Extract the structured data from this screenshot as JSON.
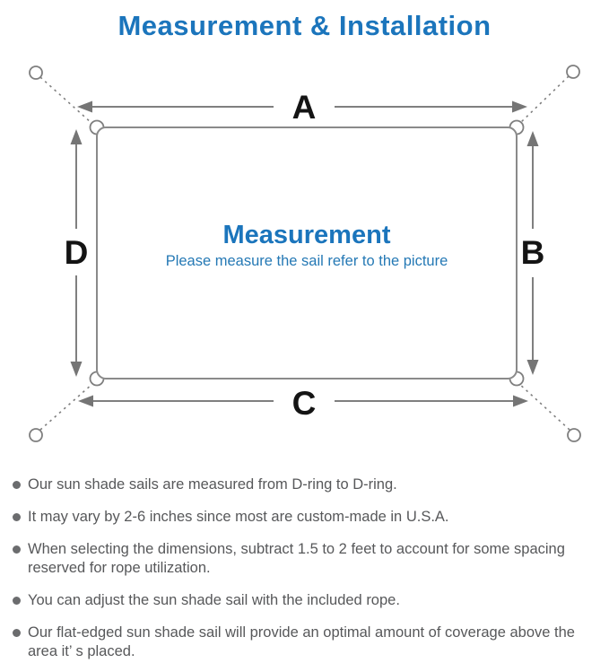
{
  "title": {
    "text": "Measurement & Installation",
    "color": "#1b75bc"
  },
  "diagram": {
    "labels": {
      "top": "A",
      "right": "B",
      "bottom": "C",
      "left": "D"
    },
    "center": {
      "heading": "Measurement",
      "subheading": "Please measure the sail refer to the picture"
    },
    "colors": {
      "line_gray": "#7f7f7f",
      "arrow_gray": "#757575",
      "label_black": "#141414",
      "heading_blue": "#1b75bc",
      "subheading_blue": "#2579b5"
    }
  },
  "notes": {
    "text_color": "#57585a",
    "bullet_color": "#6b6c6e",
    "items": [
      "Our sun shade sails are measured from D-ring to D-ring.",
      "It may vary by 2-6 inches since most are custom-made in U.S.A.",
      "When selecting the dimensions, subtract 1.5 to 2 feet to account for some spacing reserved for rope utilization.",
      "You can adjust the sun shade sail with the included rope.",
      "Our flat-edged sun shade sail will provide an optimal amount of coverage above the area it’ s placed."
    ]
  }
}
